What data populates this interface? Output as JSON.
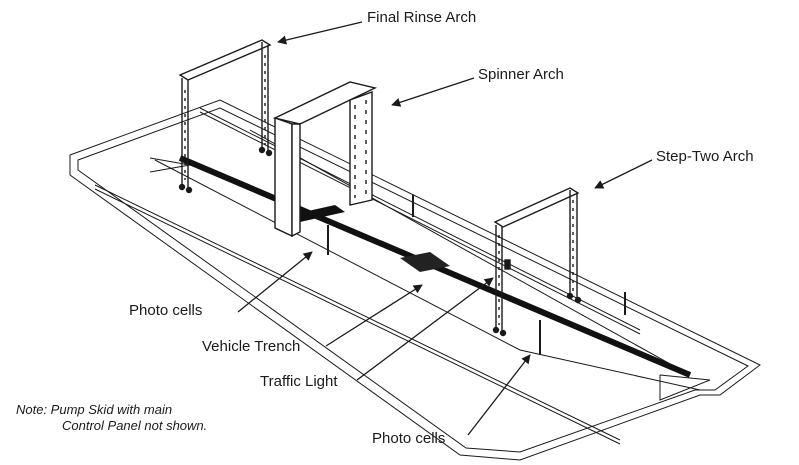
{
  "diagram": {
    "title": "Car wash tunnel layout (isometric)",
    "labels": {
      "final_rinse_arch": "Final Rinse Arch",
      "spinner_arch": "Spinner Arch",
      "step_two_arch": "Step-Two Arch",
      "photo_cells_upper": "Photo cells",
      "vehicle_trench": "Vehicle Trench",
      "traffic_light": "Traffic Light",
      "photo_cells_lower": "Photo cells"
    },
    "note": {
      "line1": "Note:  Pump Skid with main",
      "line2": "Control Panel not shown."
    },
    "colors": {
      "line": "#1a1a1a",
      "background": "#ffffff",
      "trench": "#111111"
    }
  }
}
